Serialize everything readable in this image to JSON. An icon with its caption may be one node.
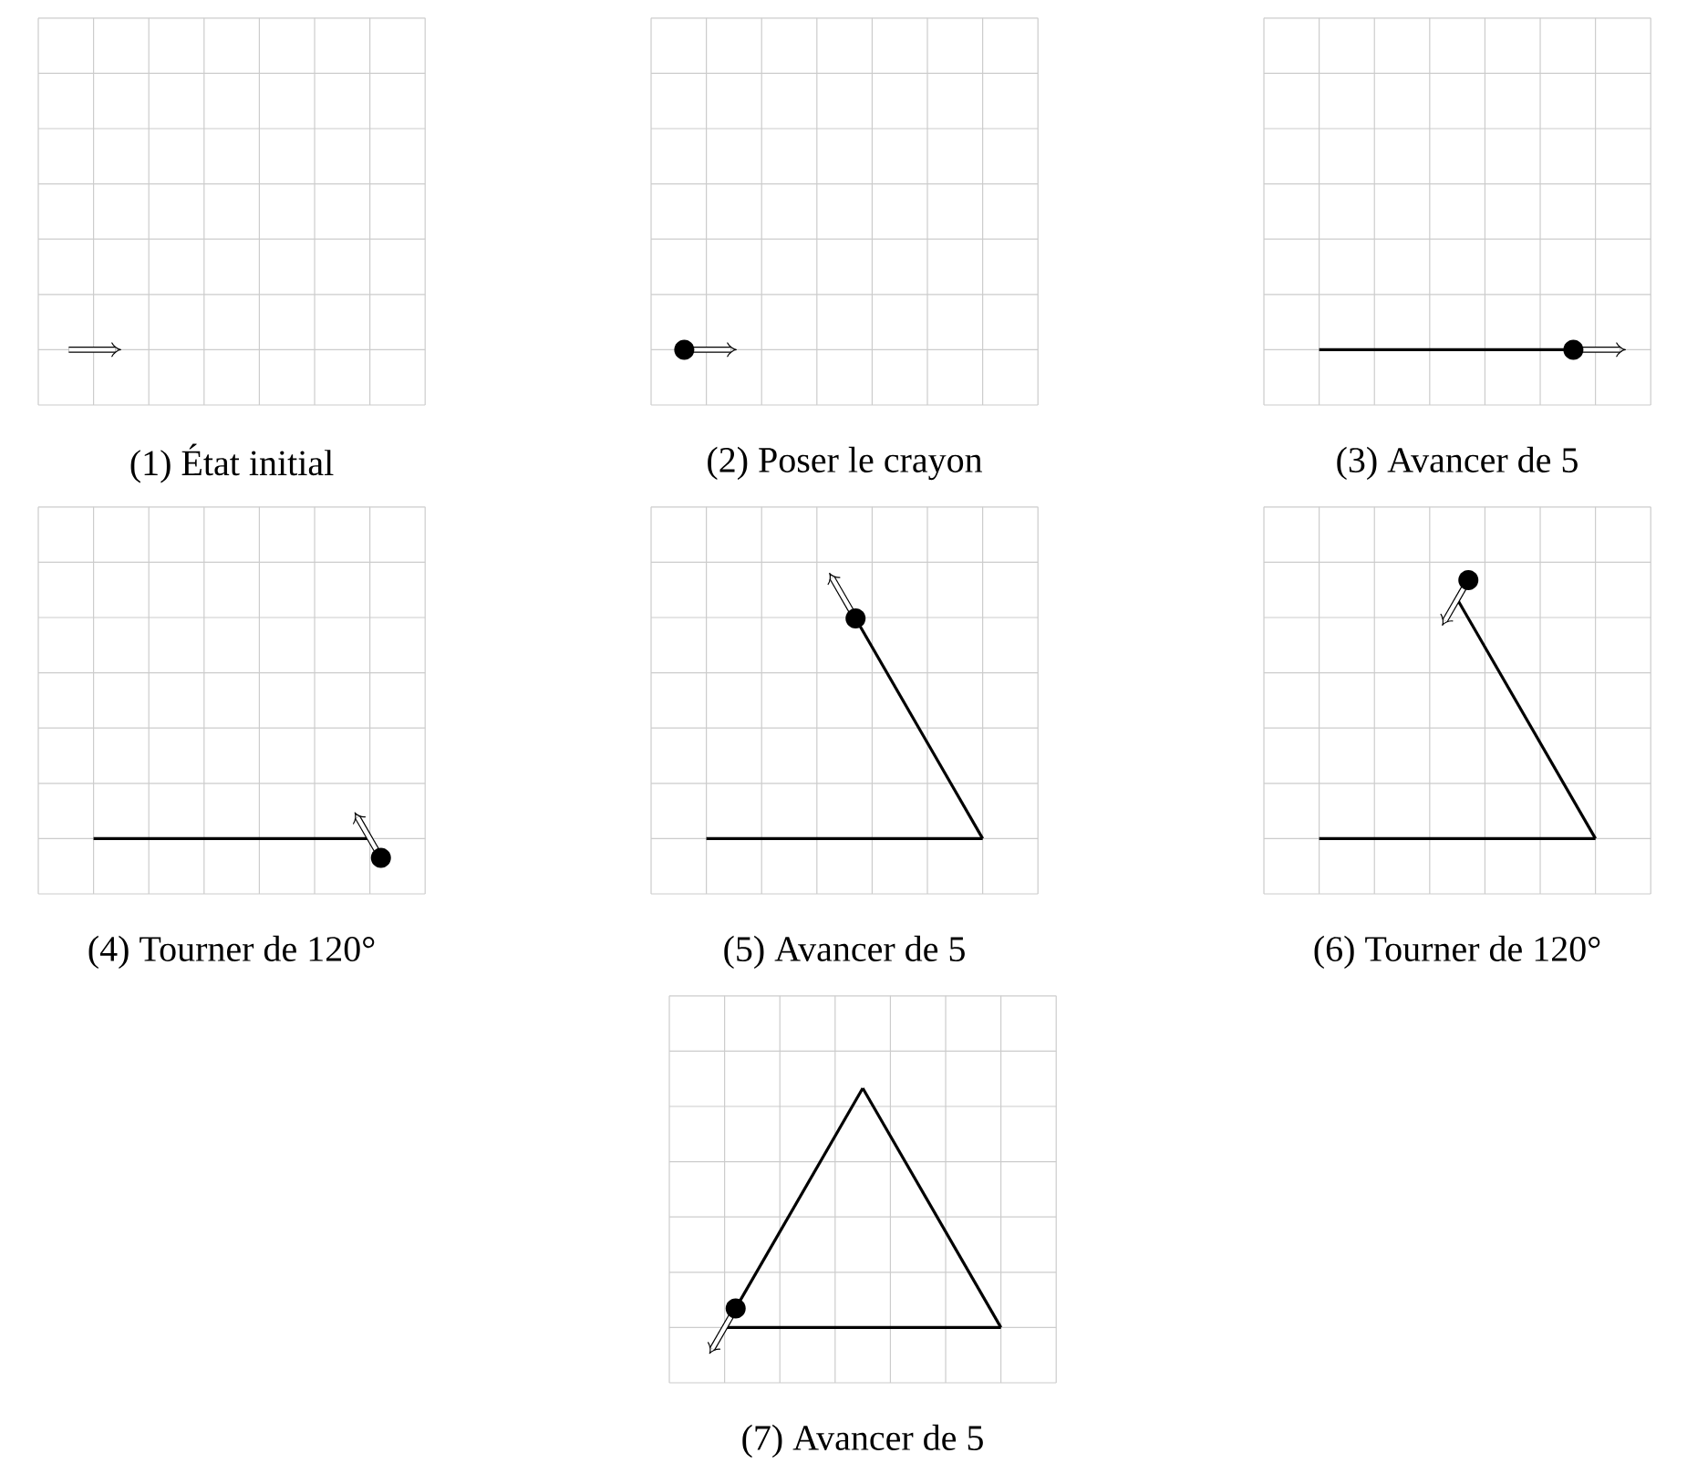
{
  "diagram": {
    "labels": [
      "(1) État initial",
      "(2) Poser le crayon",
      "(3) Avancer de 5",
      "(4) Tourner de 120°",
      "(5) Avancer de 5",
      "(6) Tourner de 120°",
      "(7) Avancer de 5"
    ]
  }
}
